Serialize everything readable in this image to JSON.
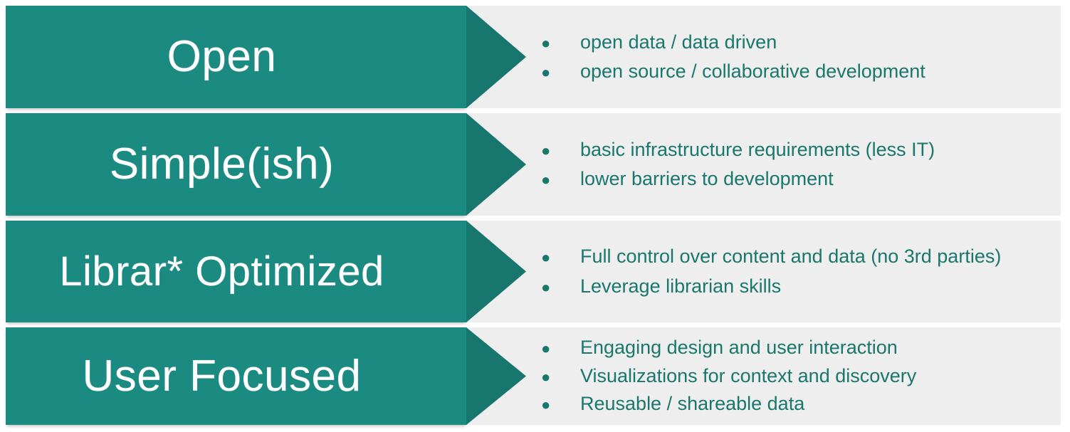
{
  "diagram": {
    "title": "Principles chevron diagram",
    "colors": {
      "bar_teal": "#1b8a80",
      "arrow_head_teal": "#17776e",
      "panel_gray": "#eeeeee",
      "bullet_text_teal": "#19776c",
      "label_white": "#ffffff",
      "page_background": "#ffffff"
    },
    "bullet_glyph": "●",
    "rows": [
      {
        "label": "Open",
        "bullets": [
          "open data / data driven",
          "open source / collaborative development"
        ]
      },
      {
        "label": "Simple(ish)",
        "bullets": [
          "basic infrastructure requirements (less IT)",
          "lower barriers to development"
        ]
      },
      {
        "label": "Librar* Optimized",
        "bullets": [
          "Full control over content and data (no 3rd parties)",
          "Leverage librarian skills"
        ]
      },
      {
        "label": "User Focused",
        "bullets": [
          "Engaging design and user interaction",
          "Visualizations for context and discovery",
          "Reusable / shareable data"
        ]
      }
    ]
  }
}
